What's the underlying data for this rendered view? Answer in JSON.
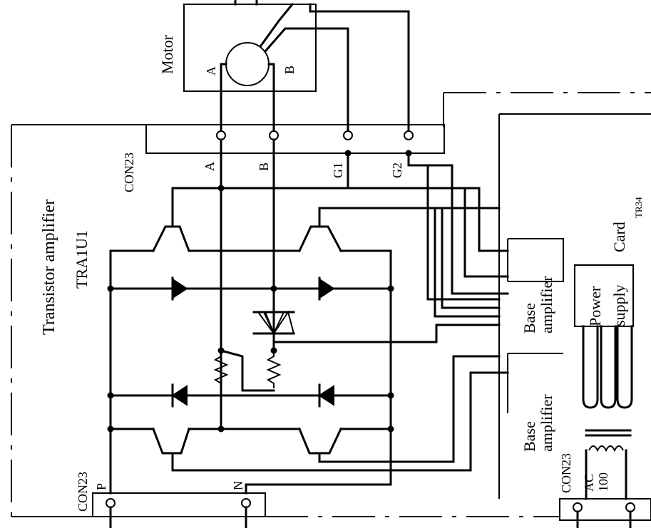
{
  "labels": {
    "motor": "Motor",
    "motor_a": "A",
    "motor_b": "B",
    "con23_top": "CON23",
    "terminal_a": "A",
    "terminal_b": "B",
    "terminal_g1": "G1",
    "terminal_g2": "G2",
    "transistor_amplifier": "Transistor amplifier",
    "unit_model": "TRA1U1",
    "base_amplifier": "Base amplifier",
    "power_supply": "Power supply",
    "card": "Card",
    "card_model": "TR34",
    "con23_bottom_left": "CON23",
    "terminal_p": "P",
    "terminal_n": "N",
    "con23_bottom_right": "CON23",
    "ac_100": "AC 100"
  }
}
